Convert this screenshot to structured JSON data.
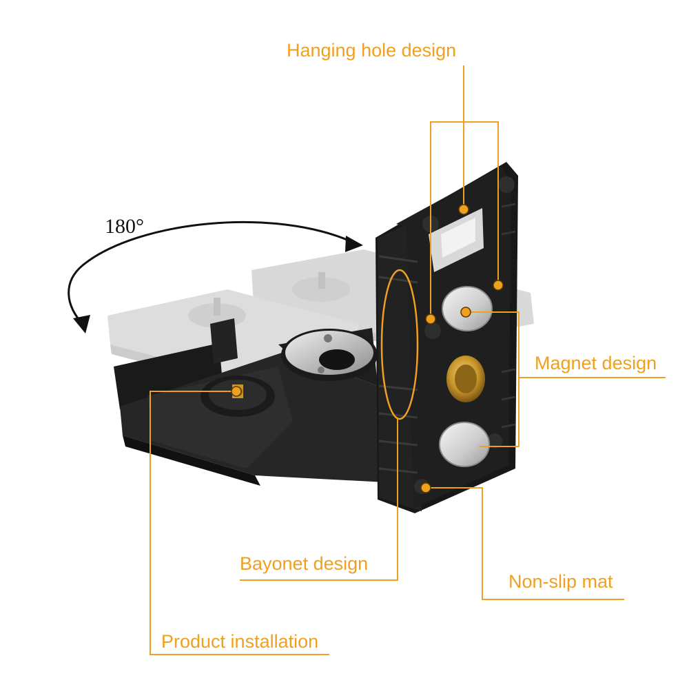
{
  "callouts": {
    "hanging_hole": "Hanging hole design",
    "magnet": "Magnet design",
    "bayonet": "Bayonet design",
    "non_slip": "Non-slip mat",
    "product_installation": "Product installation"
  },
  "rotation_label": "180°",
  "colors": {
    "accent": "#f0a020",
    "bracket": "#1c1c1c",
    "ghost": "#c4c4c4",
    "brass": "#c8962a",
    "magnet": "#d6d6d6"
  }
}
